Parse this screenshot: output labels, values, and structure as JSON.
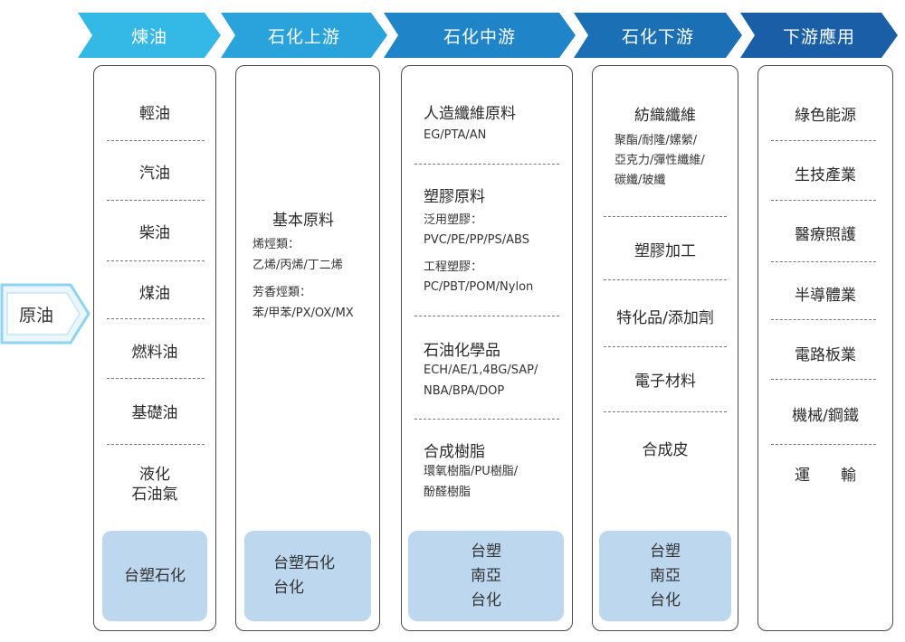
{
  "stages": [
    "煉油",
    "石化上游",
    "石化中游",
    "石化下游",
    "下游應用"
  ],
  "stage_colors": [
    "#34b8e6",
    "#2aa2dc",
    "#1f85c8",
    "#1a6fb5",
    "#1a5ea8"
  ],
  "source": "原油",
  "refining": {
    "items": [
      "輕油",
      "汽油",
      "柴油",
      "煤油",
      "燃料油",
      "基礎油",
      "液化",
      "石油氣"
    ],
    "company": "台塑石化"
  },
  "upstream": {
    "heading": "基本原料",
    "olefins_label": "烯烴類：",
    "olefins": "乙烯/丙烯/丁二烯",
    "aromatics_label": "芳香烴類：",
    "aromatics": "苯/甲苯/PX/OX/MX",
    "company_lines": [
      "台塑石化",
      "台化"
    ]
  },
  "midstream": {
    "groups": [
      {
        "heading": "人造纖維原料",
        "lines": [
          "EG/PTA/AN"
        ]
      },
      {
        "heading": "塑膠原料",
        "lines": [
          "泛用塑膠：",
          "PVC/PE/PP/PS/ABS",
          "工程塑膠：",
          "PC/PBT/POM/Nylon"
        ]
      },
      {
        "heading": "石油化學品",
        "lines": [
          "ECH/AE/1,4BG/SAP/",
          "NBA/BPA/DOP"
        ]
      },
      {
        "heading": "合成樹脂",
        "lines": [
          "環氧樹脂/PU樹脂/",
          "酚醛樹脂"
        ]
      }
    ],
    "company_lines": [
      "台塑",
      "南亞",
      "台化"
    ]
  },
  "downstream": {
    "textile_heading": "紡織纖維",
    "textile_lines": [
      "聚酯/耐隆/嫘縈/",
      "亞克力/彈性纖維/",
      "碳纖/玻纖"
    ],
    "items": [
      "塑膠加工",
      "特化品/添加劑",
      "電子材料",
      "合成皮"
    ],
    "company_lines": [
      "台塑",
      "南亞",
      "台化"
    ]
  },
  "applications": {
    "items": [
      "綠色能源",
      "生技產業",
      "醫療照護",
      "半導體業",
      "電路板業",
      "機械/鋼鐵",
      "運　　輸"
    ]
  }
}
